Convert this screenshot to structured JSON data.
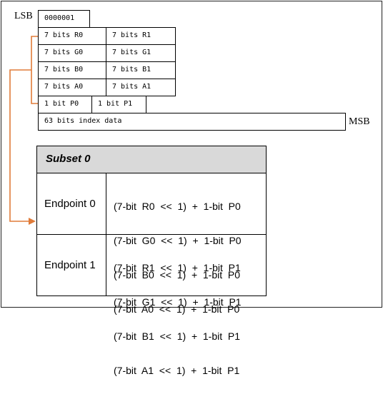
{
  "labels": {
    "lsb": "LSB",
    "msb": "MSB"
  },
  "layout_bits": {
    "mode": "0000001",
    "pairs": [
      [
        "7 bits R0",
        "7 bits R1"
      ],
      [
        "7 bits G0",
        "7 bits G1"
      ],
      [
        "7 bits B0",
        "7 bits B1"
      ],
      [
        "7 bits A0",
        "7 bits A1"
      ]
    ],
    "pbits": [
      "1 bit P0",
      "1 bit P1"
    ],
    "index": "63 bits index data"
  },
  "table": {
    "title": "Subset 0",
    "rows": [
      {
        "name": "Endpoint  0",
        "lines": [
          "(7-bit  R0  <<  1)  +  1-bit  P0",
          "(7-bit  G0  <<  1)  +  1-bit  P0",
          "(7-bit  B0  <<  1)  +  1-bit  P0",
          "(7-bit  A0  <<  1)  +  1-bit  P0"
        ]
      },
      {
        "name": "Endpoint  1",
        "lines": [
          "(7-bit  R1  <<  1)  +  1-bit  P1",
          "(7-bit  G1  <<  1)  +  1-bit  P1",
          "(7-bit  B1  <<  1)  +  1-bit  P1",
          "(7-bit  A1  <<  1)  +  1-bit  P1"
        ]
      }
    ]
  },
  "colors": {
    "arrow": "#e07b39",
    "header_bg": "#d9d9d9"
  }
}
